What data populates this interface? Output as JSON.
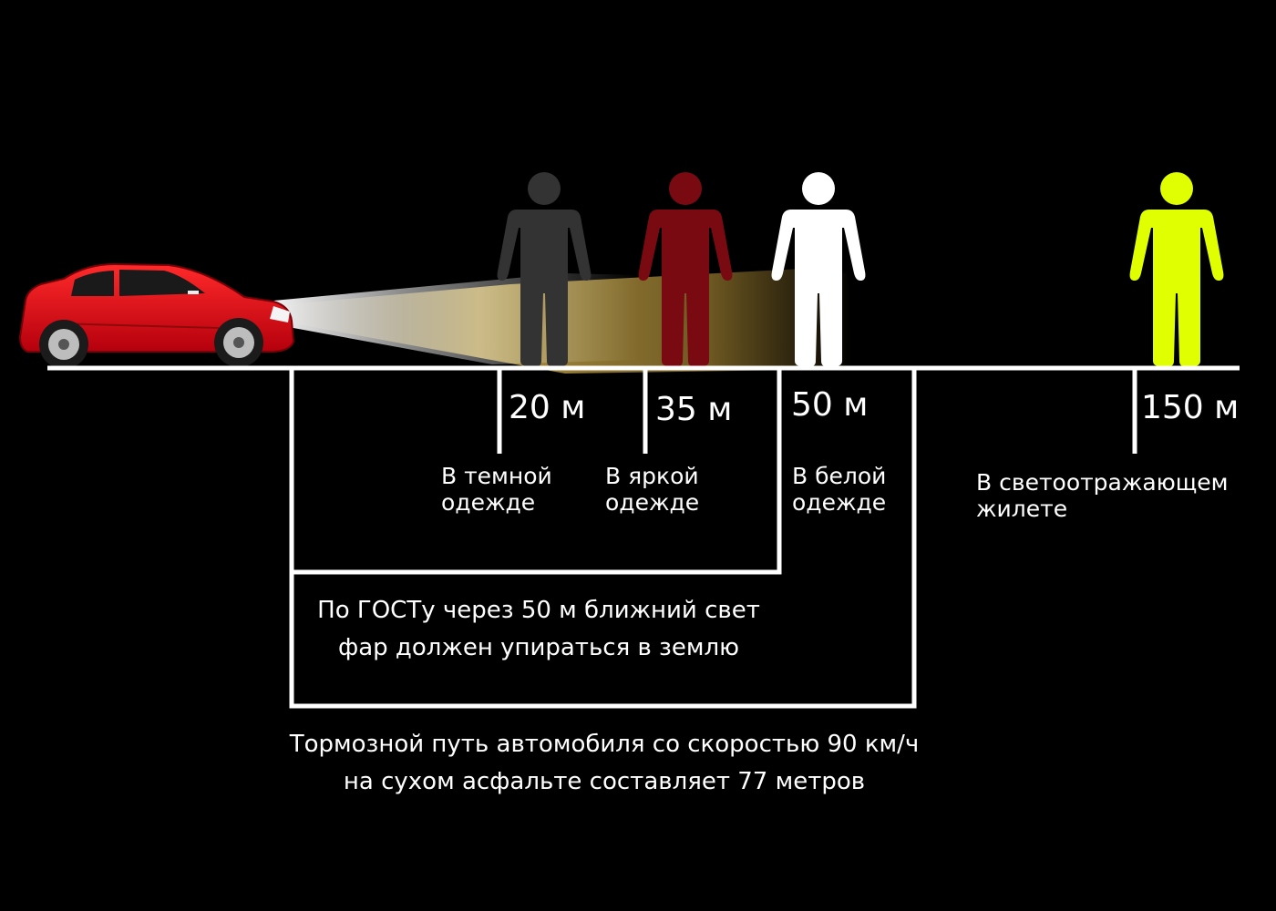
{
  "distances": {
    "dark": "20 м",
    "bright": "35 м",
    "white": "50 м",
    "vest": "150 м"
  },
  "labels": {
    "dark_line1": "В темной",
    "dark_line2": "одежде",
    "bright_line1": "В яркой",
    "bright_line2": "одежде",
    "white_line1": "В белой",
    "white_line2": "одежде",
    "vest_line1": "В светоотражающем",
    "vest_line2": "жилете"
  },
  "gost_note": {
    "line1": "По ГОСТу через 50 м ближний свет",
    "line2": "фар должен упираться в землю"
  },
  "braking_note": {
    "line1": "Тормозной путь автомобиля со скоростью 90 км/ч",
    "line2": "на сухом асфальте составляет 77 метров"
  },
  "colors": {
    "background": "#000000",
    "road": "#ffffff",
    "car_body": "#d9101a",
    "figure_dark": "#333333",
    "figure_bright": "#7a0a12",
    "figure_white": "#ffffff",
    "figure_vest": "#e0ff00",
    "light_beam": "#e8c65a"
  },
  "icons": {
    "car": "car-icon",
    "pedestrian": "person-icon"
  }
}
